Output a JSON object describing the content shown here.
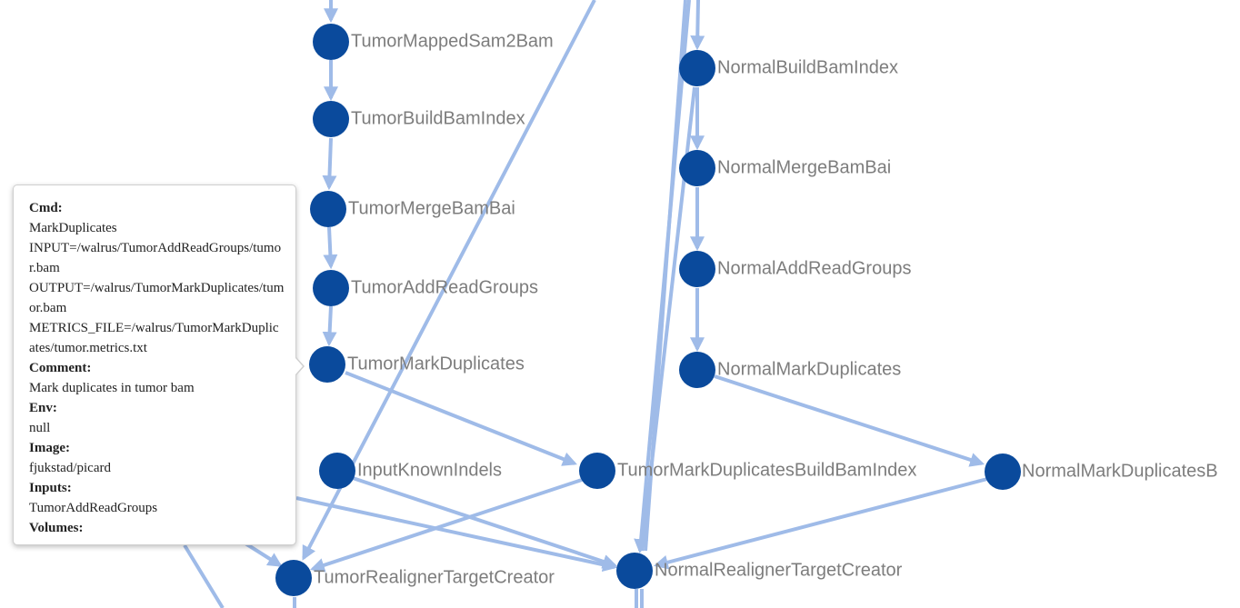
{
  "nodes": {
    "tumor_mapped_sam2bam": "TumorMappedSam2Bam",
    "tumor_build_bam_index": "TumorBuildBamIndex",
    "tumor_merge_bam_bai": "TumorMergeBamBai",
    "tumor_add_read_groups": "TumorAddReadGroups",
    "tumor_mark_duplicates": "TumorMarkDuplicates",
    "input_known_indels": "InputKnownIndels",
    "tumor_mark_duplicates_build_bam_index": "TumorMarkDuplicatesBuildBamIndex",
    "tumor_realigner_target_creator": "TumorRealignerTargetCreator",
    "normal_build_bam_index": "NormalBuildBamIndex",
    "normal_merge_bam_bai": "NormalMergeBamBai",
    "normal_add_read_groups": "NormalAddReadGroups",
    "normal_mark_duplicates": "NormalMarkDuplicates",
    "normal_mark_duplicates_build_bam_index": "NormalMarkDuplicatesB",
    "normal_realigner_target_creator": "NormalRealignerTargetCreator"
  },
  "tooltip": {
    "cmd_label": "Cmd:",
    "cmd_lines": [
      "MarkDuplicates",
      "INPUT=/walrus/TumorAddReadGroups/tumor.bam",
      "OUTPUT=/walrus/TumorMarkDuplicates/tumor.bam",
      "METRICS_FILE=/walrus/TumorMarkDuplicates/tumor.metrics.txt"
    ],
    "comment_label": "Comment:",
    "comment": "Mark duplicates in tumor bam",
    "env_label": "Env:",
    "env": "null",
    "image_label": "Image:",
    "image": "fjukstad/picard",
    "inputs_label": "Inputs:",
    "inputs": "TumorAddReadGroups",
    "volumes_label": "Volumes:"
  },
  "colors": {
    "node": "#0a4a9c",
    "edge": "#9fbbe8",
    "label": "#7d7d7d"
  }
}
